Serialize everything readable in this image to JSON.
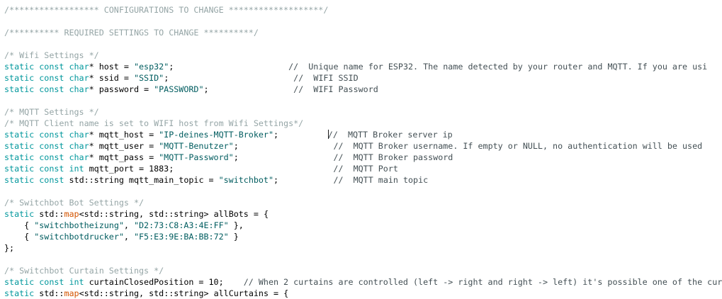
{
  "editor": {
    "background": "#ffffff",
    "colors": {
      "keyword": "#00979C",
      "function": "#D35400",
      "string": "#005C5F",
      "line_comment": "#434F54",
      "block_comment": "#95A5A6",
      "plain": "#000000"
    },
    "cursor_line_comment": "//  MQTT Broker server ip",
    "lines": [
      {
        "segments": [
          {
            "c": "cm2",
            "t": "/****************** CONFIGURATIONS TO CHANGE *******************/"
          }
        ]
      },
      {
        "segments": []
      },
      {
        "segments": [
          {
            "c": "cm2",
            "t": "/********** REQUIRED SETTINGS TO CHANGE **********/"
          }
        ]
      },
      {
        "segments": []
      },
      {
        "segments": [
          {
            "c": "cm2",
            "t": "/* Wifi Settings */"
          }
        ]
      },
      {
        "segments": [
          {
            "c": "kw",
            "t": "static const char"
          },
          {
            "c": "pl",
            "t": "* host = "
          },
          {
            "c": "str",
            "t": "\"esp32\""
          },
          {
            "c": "pl",
            "t": ";                       "
          },
          {
            "c": "cm1",
            "t": "//  Unique name for ESP32. The name detected by your router and MQTT. If you are usi"
          }
        ]
      },
      {
        "segments": [
          {
            "c": "kw",
            "t": "static const char"
          },
          {
            "c": "pl",
            "t": "* ssid = "
          },
          {
            "c": "str",
            "t": "\"SSID\""
          },
          {
            "c": "pl",
            "t": ";                         "
          },
          {
            "c": "cm1",
            "t": "//  WIFI SSID"
          }
        ]
      },
      {
        "segments": [
          {
            "c": "kw",
            "t": "static const char"
          },
          {
            "c": "pl",
            "t": "* password = "
          },
          {
            "c": "str",
            "t": "\"PASSWORD\""
          },
          {
            "c": "pl",
            "t": ";                 "
          },
          {
            "c": "cm1",
            "t": "//  WIFI Password"
          }
        ]
      },
      {
        "segments": []
      },
      {
        "segments": [
          {
            "c": "cm2",
            "t": "/* MQTT Settings */"
          }
        ]
      },
      {
        "segments": [
          {
            "c": "cm2",
            "t": "/* MQTT Client name is set to WIFI host from Wifi Settings*/"
          }
        ]
      },
      {
        "segments": [
          {
            "c": "kw",
            "t": "static const char"
          },
          {
            "c": "pl",
            "t": "* mqtt_host = "
          },
          {
            "c": "str",
            "t": "\"IP-deines-MQTT-Broker\""
          },
          {
            "c": "pl",
            "t": ";          "
          },
          {
            "cursor": true
          },
          {
            "c": "cm1",
            "t": "//  MQTT Broker server ip"
          }
        ]
      },
      {
        "segments": [
          {
            "c": "kw",
            "t": "static const char"
          },
          {
            "c": "pl",
            "t": "* mqtt_user = "
          },
          {
            "c": "str",
            "t": "\"MQTT-Benutzer\""
          },
          {
            "c": "pl",
            "t": ";                   "
          },
          {
            "c": "cm1",
            "t": "//  MQTT Broker username. If empty or NULL, no authentication will be used"
          }
        ]
      },
      {
        "segments": [
          {
            "c": "kw",
            "t": "static const char"
          },
          {
            "c": "pl",
            "t": "* mqtt_pass = "
          },
          {
            "c": "str",
            "t": "\"MQTT-Password\""
          },
          {
            "c": "pl",
            "t": ";                   "
          },
          {
            "c": "cm1",
            "t": "//  MQTT Broker password"
          }
        ]
      },
      {
        "segments": [
          {
            "c": "kw",
            "t": "static const int"
          },
          {
            "c": "pl",
            "t": " mqtt_port = 1883;                                "
          },
          {
            "c": "cm1",
            "t": "//  MQTT Port"
          }
        ]
      },
      {
        "segments": [
          {
            "c": "kw",
            "t": "static const"
          },
          {
            "c": "pl",
            "t": " std::string mqtt_main_topic = "
          },
          {
            "c": "str",
            "t": "\"switchbot\""
          },
          {
            "c": "pl",
            "t": ";           "
          },
          {
            "c": "cm1",
            "t": "//  MQTT main topic"
          }
        ]
      },
      {
        "segments": []
      },
      {
        "segments": [
          {
            "c": "cm2",
            "t": "/* Switchbot Bot Settings */"
          }
        ]
      },
      {
        "segments": [
          {
            "c": "kw",
            "t": "static"
          },
          {
            "c": "pl",
            "t": " std::"
          },
          {
            "c": "fn",
            "t": "map"
          },
          {
            "c": "pl",
            "t": "<std::string, std::string> allBots = {"
          }
        ]
      },
      {
        "segments": [
          {
            "c": "pl",
            "t": "    { "
          },
          {
            "c": "str",
            "t": "\"switchbotheizung\""
          },
          {
            "c": "pl",
            "t": ", "
          },
          {
            "c": "str",
            "t": "\"D2:73:C8:A3:4E:FF\""
          },
          {
            "c": "pl",
            "t": " },"
          }
        ]
      },
      {
        "segments": [
          {
            "c": "pl",
            "t": "    { "
          },
          {
            "c": "str",
            "t": "\"switchbotdrucker\""
          },
          {
            "c": "pl",
            "t": ", "
          },
          {
            "c": "str",
            "t": "\"F5:E3:9E:BA:BB:72\""
          },
          {
            "c": "pl",
            "t": " }"
          }
        ]
      },
      {
        "segments": [
          {
            "c": "pl",
            "t": "};"
          }
        ]
      },
      {
        "segments": []
      },
      {
        "segments": [
          {
            "c": "cm2",
            "t": "/* Switchbot Curtain Settings */"
          }
        ]
      },
      {
        "segments": [
          {
            "c": "kw",
            "t": "static const int"
          },
          {
            "c": "pl",
            "t": " curtainClosedPosition = 10;    "
          },
          {
            "c": "cm1",
            "t": "// When 2 curtains are controlled (left -> right and right -> left) it's possible one of the cur"
          }
        ]
      },
      {
        "segments": [
          {
            "c": "kw",
            "t": "static"
          },
          {
            "c": "pl",
            "t": " std::"
          },
          {
            "c": "fn",
            "t": "map"
          },
          {
            "c": "pl",
            "t": "<std::string, std::string> allCurtains = {"
          }
        ]
      }
    ]
  }
}
